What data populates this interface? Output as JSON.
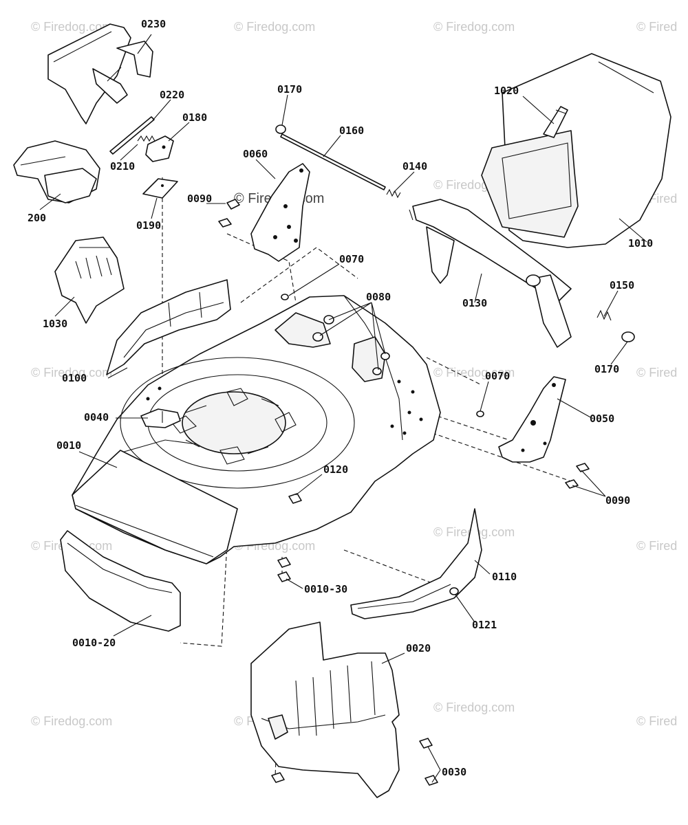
{
  "watermark": {
    "text": "© Firedog.com",
    "edge_text": "© Fired"
  },
  "callouts": {
    "c0230": "0230",
    "c0220": "0220",
    "c0180": "0180",
    "c0210": "0210",
    "c200": "200",
    "c0190": "0190",
    "c1030": "1030",
    "c0170_top": "0170",
    "c0160": "0160",
    "c0060": "0060",
    "c0090_top": "0090",
    "c0140": "0140",
    "c1020": "1020",
    "c1010": "1010",
    "c0070_top": "0070",
    "c0080": "0080",
    "c0130": "0130",
    "c0150": "0150",
    "c0170_right": "0170",
    "c0100": "0100",
    "c0040": "0040",
    "c0070_right": "0070",
    "c0050": "0050",
    "c0010": "0010",
    "c0120": "0120",
    "c0090_right": "0090",
    "c0110": "0110",
    "c0010_30": "0010-30",
    "c0121": "0121",
    "c0010_20": "0010-20",
    "c0020": "0020",
    "c0030": "0030"
  }
}
